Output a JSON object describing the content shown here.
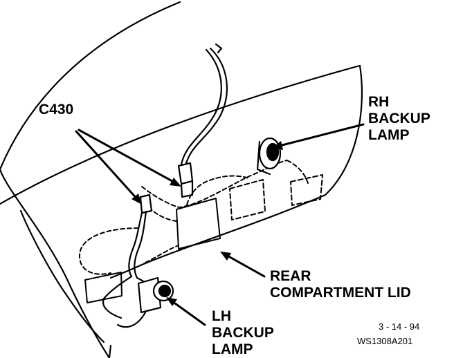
{
  "callouts": {
    "connector": "C430",
    "rh_backup_lamp": [
      "RH",
      "BACKUP",
      "LAMP"
    ],
    "rear_compartment_lid": [
      "REAR",
      "COMPARTMENT LID"
    ],
    "lh_backup_lamp": [
      "LH",
      "BACKUP",
      "LAMP"
    ]
  },
  "footer": {
    "date": "3 - 14 - 94",
    "figure_id": "WS1308A201"
  },
  "colors": {
    "ink": "#000000",
    "paper": "#ffffff"
  }
}
